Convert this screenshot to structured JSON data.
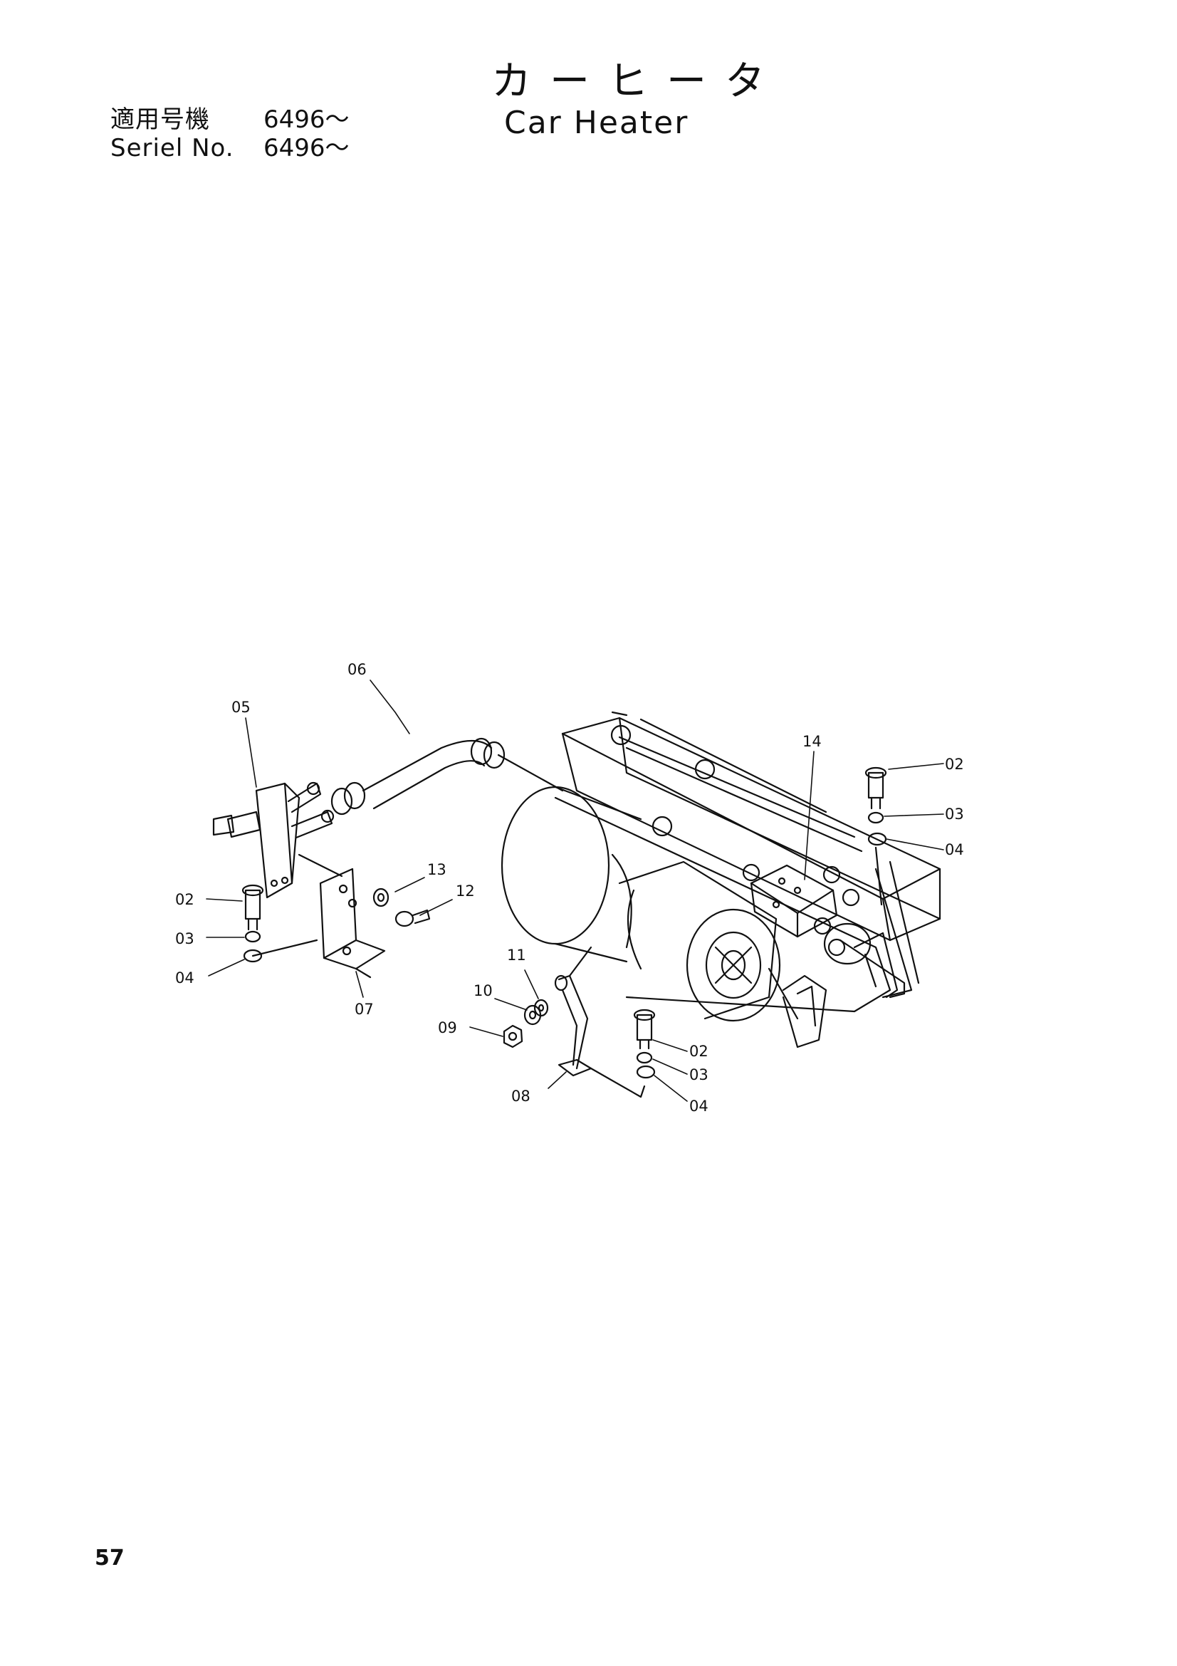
{
  "header": {
    "serial_jp_label": "適用号機",
    "serial_jp_value": "6496～",
    "serial_en_label": "Seriel No.",
    "serial_en_value": "6496～"
  },
  "title": {
    "jp": "カーヒータ",
    "en": "Car Heater"
  },
  "callouts": {
    "c06": "06",
    "c05": "05",
    "c14": "14",
    "c02a": "02",
    "c03a": "03",
    "c04a": "04",
    "c13": "13",
    "c12": "12",
    "c02b": "02",
    "c03b": "03",
    "c04b": "04",
    "c07": "07",
    "c11": "11",
    "c10": "10",
    "c09": "09",
    "c08": "08",
    "c02c": "02",
    "c03c": "03",
    "c04c": "04"
  },
  "page_number": "57"
}
